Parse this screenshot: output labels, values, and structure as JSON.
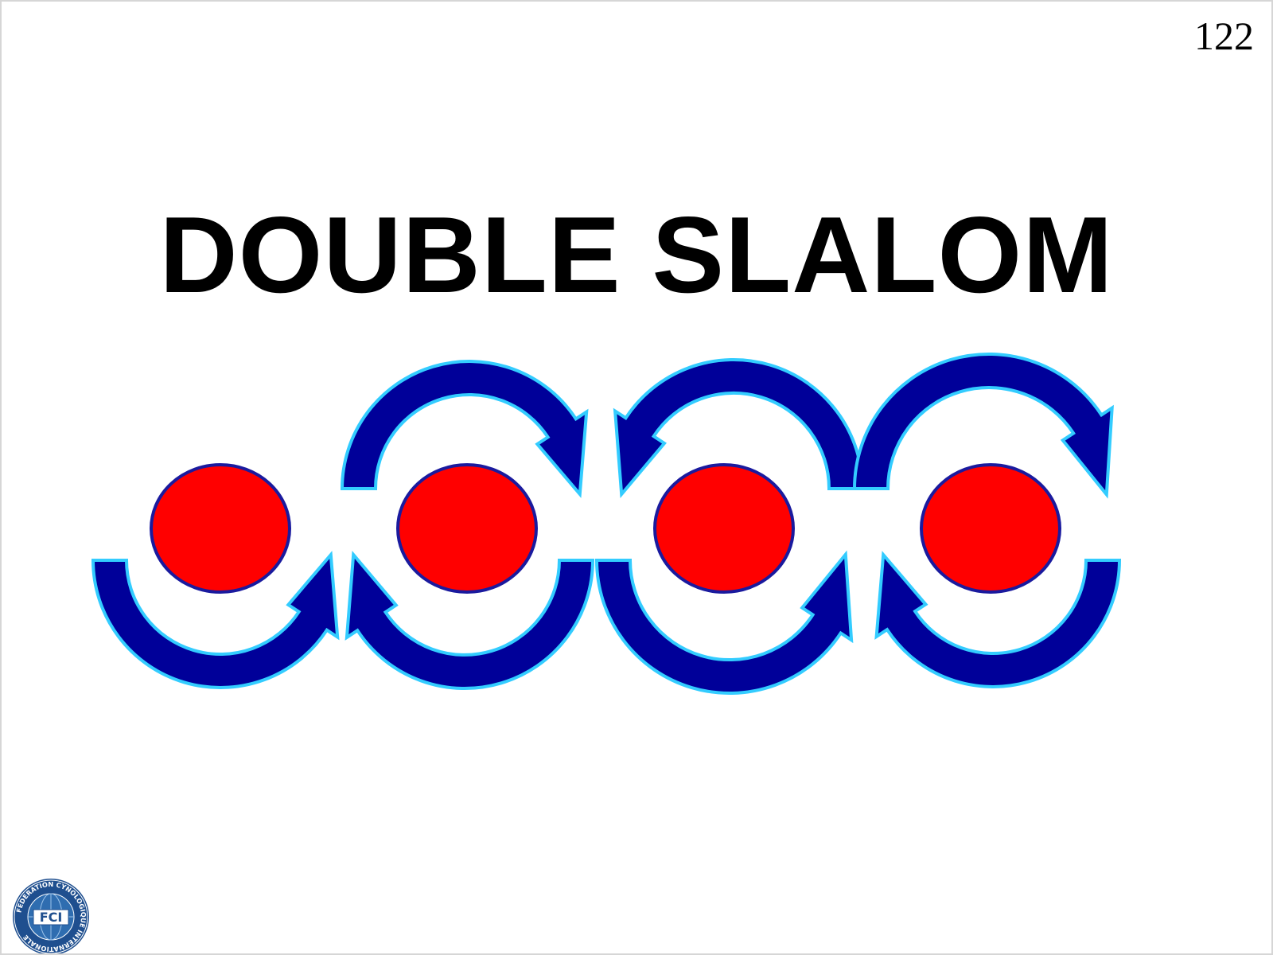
{
  "slide": {
    "page_number": "122",
    "title": "DOUBLE SLALOM"
  },
  "diagram": {
    "pole_count": 4,
    "pole_color": "#ff0000",
    "pole_outline_color": "#1a1a9e",
    "arrow_fill_color": "#000099",
    "arrow_outline_color": "#33ccff"
  },
  "logo": {
    "name": "fci-logo-icon",
    "abbreviation": "FCI",
    "ring_text": "FEDERATION CYNOLOGIQUE INTERNATIONALE"
  }
}
